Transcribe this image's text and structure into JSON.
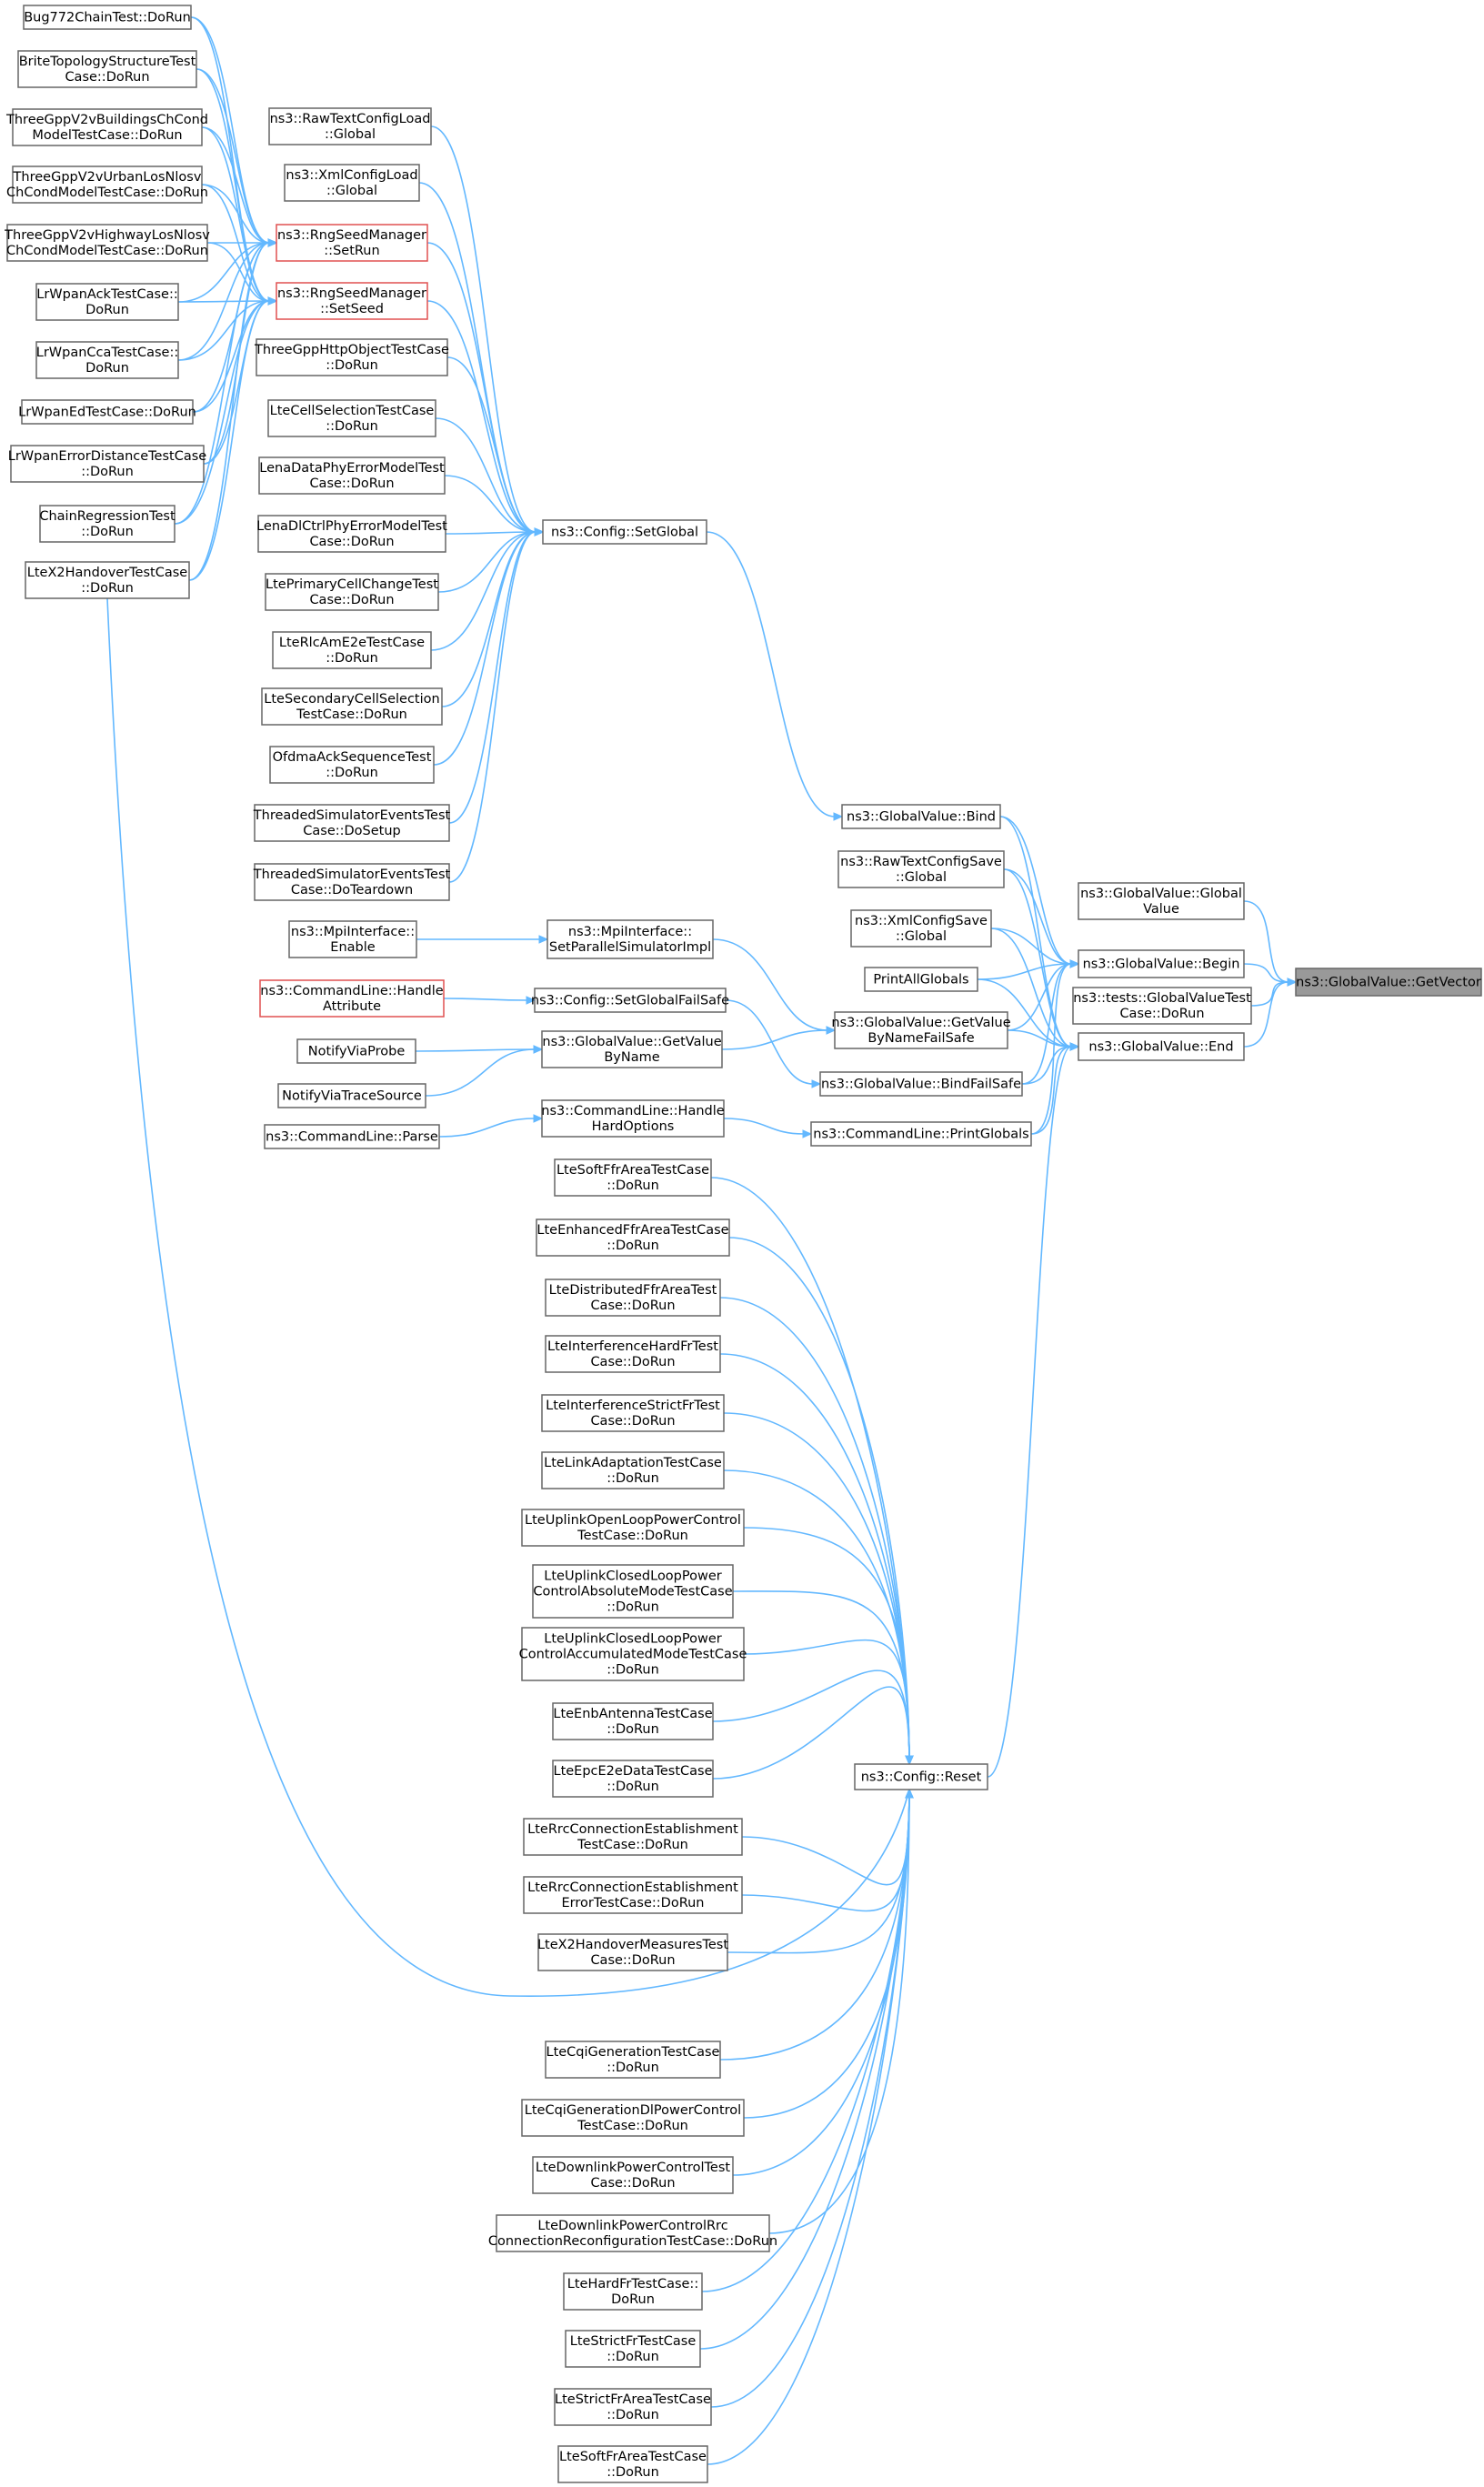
{
  "nodes": [
    {
      "id": "root",
      "lines": [
        "ns3::GlobalValue::GetVector"
      ],
      "style": "root"
    },
    {
      "id": "gv_global",
      "lines": [
        "ns3::GlobalValue::Global",
        "Value"
      ]
    },
    {
      "id": "gv_begin",
      "lines": [
        "ns3::GlobalValue::Begin"
      ]
    },
    {
      "id": "gv_test",
      "lines": [
        "ns3::tests::GlobalValueTest",
        "Case::DoRun"
      ]
    },
    {
      "id": "gv_end",
      "lines": [
        "ns3::GlobalValue::End"
      ]
    },
    {
      "id": "gv_bind",
      "lines": [
        "ns3::GlobalValue::Bind"
      ]
    },
    {
      "id": "rawsave",
      "lines": [
        "ns3::RawTextConfigSave",
        "::Global"
      ]
    },
    {
      "id": "xmlsave",
      "lines": [
        "ns3::XmlConfigSave",
        "::Global"
      ]
    },
    {
      "id": "printall",
      "lines": [
        "PrintAllGlobals"
      ]
    },
    {
      "id": "gv_getvalfs",
      "lines": [
        "ns3::GlobalValue::GetValue",
        "ByNameFailSafe"
      ]
    },
    {
      "id": "gv_bindfs",
      "lines": [
        "ns3::GlobalValue::BindFailSafe"
      ]
    },
    {
      "id": "cl_printglobals",
      "lines": [
        "ns3::CommandLine::PrintGlobals"
      ]
    },
    {
      "id": "cfg_setglobal",
      "lines": [
        "ns3::Config::SetGlobal"
      ]
    },
    {
      "id": "mpi_setpar",
      "lines": [
        "ns3::MpiInterface::",
        "SetParallelSimulatorImpl"
      ]
    },
    {
      "id": "cfg_setglobalfs",
      "lines": [
        "ns3::Config::SetGlobalFailSafe"
      ]
    },
    {
      "id": "gv_getvalbn",
      "lines": [
        "ns3::GlobalValue::GetValue",
        "ByName"
      ]
    },
    {
      "id": "cl_handlehard",
      "lines": [
        "ns3::CommandLine::Handle",
        "HardOptions"
      ]
    },
    {
      "id": "cfg_reset",
      "lines": [
        "ns3::Config::Reset"
      ]
    },
    {
      "id": "rawload",
      "lines": [
        "ns3::RawTextConfigLoad",
        "::Global"
      ]
    },
    {
      "id": "xmlload",
      "lines": [
        "ns3::XmlConfigLoad",
        "::Global"
      ]
    },
    {
      "id": "rng_setrun",
      "lines": [
        "ns3::RngSeedManager",
        "::SetRun"
      ],
      "style": "hl"
    },
    {
      "id": "rng_setseed",
      "lines": [
        "ns3::RngSeedManager",
        "::SetSeed"
      ],
      "style": "hl"
    },
    {
      "id": "threegpphttp",
      "lines": [
        "ThreeGppHttpObjectTestCase",
        "::DoRun"
      ]
    },
    {
      "id": "ltecellsel",
      "lines": [
        "LteCellSelectionTestCase",
        "::DoRun"
      ]
    },
    {
      "id": "lenadataphy",
      "lines": [
        "LenaDataPhyErrorModelTest",
        "Case::DoRun"
      ]
    },
    {
      "id": "lenadlctrl",
      "lines": [
        "LenaDlCtrlPhyErrorModelTest",
        "Case::DoRun"
      ]
    },
    {
      "id": "lteprimcell",
      "lines": [
        "LtePrimaryCellChangeTest",
        "Case::DoRun"
      ]
    },
    {
      "id": "lterlcam",
      "lines": [
        "LteRlcAmE2eTestCase",
        "::DoRun"
      ]
    },
    {
      "id": "ltesecondary",
      "lines": [
        "LteSecondaryCellSelection",
        "TestCase::DoRun"
      ]
    },
    {
      "id": "ofdmaack",
      "lines": [
        "OfdmaAckSequenceTest",
        "::DoRun"
      ]
    },
    {
      "id": "threadedsetup",
      "lines": [
        "ThreadedSimulatorEventsTest",
        "Case::DoSetup"
      ]
    },
    {
      "id": "threadedteardown",
      "lines": [
        "ThreadedSimulatorEventsTest",
        "Case::DoTeardown"
      ]
    },
    {
      "id": "mpi_enable",
      "lines": [
        "ns3::MpiInterface::",
        "Enable"
      ]
    },
    {
      "id": "cl_handleattr",
      "lines": [
        "ns3::CommandLine::Handle",
        "Attribute"
      ],
      "style": "hl"
    },
    {
      "id": "notifyprobe",
      "lines": [
        "NotifyViaProbe"
      ]
    },
    {
      "id": "notifytrace",
      "lines": [
        "NotifyViaTraceSource"
      ]
    },
    {
      "id": "cl_parse",
      "lines": [
        "ns3::CommandLine::Parse"
      ]
    },
    {
      "id": "bug772",
      "lines": [
        "Bug772ChainTest::DoRun"
      ]
    },
    {
      "id": "brite",
      "lines": [
        "BriteTopologyStructureTest",
        "Case::DoRun"
      ]
    },
    {
      "id": "tgv2vbuild",
      "lines": [
        "ThreeGppV2vBuildingsChCond",
        "ModelTestCase::DoRun"
      ]
    },
    {
      "id": "tgv2vurban",
      "lines": [
        "ThreeGppV2vUrbanLosNlosv",
        "ChCondModelTestCase::DoRun"
      ]
    },
    {
      "id": "tgv2vhwy",
      "lines": [
        "ThreeGppV2vHighwayLosNlosv",
        "ChCondModelTestCase::DoRun"
      ]
    },
    {
      "id": "lrwpanack",
      "lines": [
        "LrWpanAckTestCase::",
        "DoRun"
      ]
    },
    {
      "id": "lrwpancca",
      "lines": [
        "LrWpanCcaTestCase::",
        "DoRun"
      ]
    },
    {
      "id": "lrwpaned",
      "lines": [
        "LrWpanEdTestCase::DoRun"
      ]
    },
    {
      "id": "lrwpanerr",
      "lines": [
        "LrWpanErrorDistanceTestCase",
        "::DoRun"
      ]
    },
    {
      "id": "chainreg",
      "lines": [
        "ChainRegressionTest",
        "::DoRun"
      ]
    },
    {
      "id": "ltex2ho",
      "lines": [
        "LteX2HandoverTestCase",
        "::DoRun"
      ]
    },
    {
      "id": "r_softffr",
      "lines": [
        "LteSoftFfrAreaTestCase",
        "::DoRun"
      ]
    },
    {
      "id": "r_enhffr",
      "lines": [
        "LteEnhancedFfrAreaTestCase",
        "::DoRun"
      ]
    },
    {
      "id": "r_distffr",
      "lines": [
        "LteDistributedFfrAreaTest",
        "Case::DoRun"
      ]
    },
    {
      "id": "r_interfhard",
      "lines": [
        "LteInterferenceHardFrTest",
        "Case::DoRun"
      ]
    },
    {
      "id": "r_interfstrict",
      "lines": [
        "LteInterferenceStrictFrTest",
        "Case::DoRun"
      ]
    },
    {
      "id": "r_linkadapt",
      "lines": [
        "LteLinkAdaptationTestCase",
        "::DoRun"
      ]
    },
    {
      "id": "r_ulopen",
      "lines": [
        "LteUplinkOpenLoopPowerControl",
        "TestCase::DoRun"
      ]
    },
    {
      "id": "r_ulclosedabs",
      "lines": [
        "LteUplinkClosedLoopPower",
        "ControlAbsoluteModeTestCase",
        "::DoRun"
      ]
    },
    {
      "id": "r_ulclosedacc",
      "lines": [
        "LteUplinkClosedLoopPower",
        "ControlAccumulatedModeTestCase",
        "::DoRun"
      ]
    },
    {
      "id": "r_enbant",
      "lines": [
        "LteEnbAntennaTestCase",
        "::DoRun"
      ]
    },
    {
      "id": "r_epce2e",
      "lines": [
        "LteEpcE2eDataTestCase",
        "::DoRun"
      ]
    },
    {
      "id": "r_rrcconn",
      "lines": [
        "LteRrcConnectionEstablishment",
        "TestCase::DoRun"
      ]
    },
    {
      "id": "r_rrcconnerr",
      "lines": [
        "LteRrcConnectionEstablishment",
        "ErrorTestCase::DoRun"
      ]
    },
    {
      "id": "r_x2homeas",
      "lines": [
        "LteX2HandoverMeasuresTest",
        "Case::DoRun"
      ]
    },
    {
      "id": "r_cqigen",
      "lines": [
        "LteCqiGenerationTestCase",
        "::DoRun"
      ]
    },
    {
      "id": "r_cqigendl",
      "lines": [
        "LteCqiGenerationDlPowerControl",
        "TestCase::DoRun"
      ]
    },
    {
      "id": "r_dlpower",
      "lines": [
        "LteDownlinkPowerControlTest",
        "Case::DoRun"
      ]
    },
    {
      "id": "r_dlpowerrrc",
      "lines": [
        "LteDownlinkPowerControlRrc",
        "ConnectionReconfigurationTestCase::DoRun"
      ]
    },
    {
      "id": "r_hardfr",
      "lines": [
        "LteHardFrTestCase::",
        "DoRun"
      ]
    },
    {
      "id": "r_strictfr",
      "lines": [
        "LteStrictFrTestCase",
        "::DoRun"
      ]
    },
    {
      "id": "r_strictffr",
      "lines": [
        "LteStrictFrAreaTestCase",
        "::DoRun"
      ]
    },
    {
      "id": "r_softfr",
      "lines": [
        "LteSoftFrAreaTestCase",
        "::DoRun"
      ]
    }
  ],
  "edges": [
    [
      "gv_global",
      "root"
    ],
    [
      "gv_begin",
      "root"
    ],
    [
      "gv_test",
      "root"
    ],
    [
      "gv_end",
      "root"
    ],
    [
      "gv_bind",
      "gv_begin"
    ],
    [
      "rawsave",
      "gv_begin"
    ],
    [
      "xmlsave",
      "gv_begin"
    ],
    [
      "printall",
      "gv_begin"
    ],
    [
      "gv_getvalfs",
      "gv_begin"
    ],
    [
      "gv_bindfs",
      "gv_begin"
    ],
    [
      "cl_printglobals",
      "gv_begin"
    ],
    [
      "gv_bind",
      "gv_end"
    ],
    [
      "rawsave",
      "gv_end"
    ],
    [
      "xmlsave",
      "gv_end"
    ],
    [
      "printall",
      "gv_end"
    ],
    [
      "gv_getvalfs",
      "gv_end"
    ],
    [
      "gv_bindfs",
      "gv_end"
    ],
    [
      "cl_printglobals",
      "gv_end"
    ],
    [
      "cfg_reset",
      "gv_end"
    ],
    [
      "cfg_setglobal",
      "gv_bind"
    ],
    [
      "mpi_setpar",
      "gv_getvalfs"
    ],
    [
      "gv_getvalbn",
      "gv_getvalfs"
    ],
    [
      "cfg_setglobalfs",
      "gv_bindfs"
    ],
    [
      "cl_handlehard",
      "cl_printglobals"
    ],
    [
      "rawload",
      "cfg_setglobal"
    ],
    [
      "xmlload",
      "cfg_setglobal"
    ],
    [
      "rng_setrun",
      "cfg_setglobal"
    ],
    [
      "rng_setseed",
      "cfg_setglobal"
    ],
    [
      "threegpphttp",
      "cfg_setglobal"
    ],
    [
      "ltecellsel",
      "cfg_setglobal"
    ],
    [
      "lenadataphy",
      "cfg_setglobal"
    ],
    [
      "lenadlctrl",
      "cfg_setglobal"
    ],
    [
      "lteprimcell",
      "cfg_setglobal"
    ],
    [
      "lterlcam",
      "cfg_setglobal"
    ],
    [
      "ltesecondary",
      "cfg_setglobal"
    ],
    [
      "ofdmaack",
      "cfg_setglobal"
    ],
    [
      "threadedsetup",
      "cfg_setglobal"
    ],
    [
      "threadedteardown",
      "cfg_setglobal"
    ],
    [
      "mpi_enable",
      "mpi_setpar"
    ],
    [
      "cl_handleattr",
      "cfg_setglobalfs"
    ],
    [
      "notifyprobe",
      "gv_getvalbn"
    ],
    [
      "notifytrace",
      "gv_getvalbn"
    ],
    [
      "cl_parse",
      "cl_handlehard"
    ],
    [
      "bug772",
      "rng_setrun"
    ],
    [
      "brite",
      "rng_setrun"
    ],
    [
      "tgv2vbuild",
      "rng_setrun"
    ],
    [
      "tgv2vurban",
      "rng_setrun"
    ],
    [
      "tgv2vhwy",
      "rng_setrun"
    ],
    [
      "lrwpanack",
      "rng_setrun"
    ],
    [
      "lrwpancca",
      "rng_setrun"
    ],
    [
      "lrwpaned",
      "rng_setrun"
    ],
    [
      "lrwpanerr",
      "rng_setrun"
    ],
    [
      "chainreg",
      "rng_setrun"
    ],
    [
      "ltex2ho",
      "rng_setrun"
    ],
    [
      "bug772",
      "rng_setseed"
    ],
    [
      "brite",
      "rng_setseed"
    ],
    [
      "tgv2vbuild",
      "rng_setseed"
    ],
    [
      "tgv2vurban",
      "rng_setseed"
    ],
    [
      "tgv2vhwy",
      "rng_setseed"
    ],
    [
      "lrwpanack",
      "rng_setseed"
    ],
    [
      "lrwpancca",
      "rng_setseed"
    ],
    [
      "lrwpaned",
      "rng_setseed"
    ],
    [
      "lrwpanerr",
      "rng_setseed"
    ],
    [
      "chainreg",
      "rng_setseed"
    ],
    [
      "ltex2ho",
      "rng_setseed"
    ],
    [
      "ltex2ho",
      "cfg_reset"
    ],
    [
      "r_softffr",
      "cfg_reset"
    ],
    [
      "r_enhffr",
      "cfg_reset"
    ],
    [
      "r_distffr",
      "cfg_reset"
    ],
    [
      "r_interfhard",
      "cfg_reset"
    ],
    [
      "r_interfstrict",
      "cfg_reset"
    ],
    [
      "r_linkadapt",
      "cfg_reset"
    ],
    [
      "r_ulopen",
      "cfg_reset"
    ],
    [
      "r_ulclosedabs",
      "cfg_reset"
    ],
    [
      "r_ulclosedacc",
      "cfg_reset"
    ],
    [
      "r_enbant",
      "cfg_reset"
    ],
    [
      "r_epce2e",
      "cfg_reset"
    ],
    [
      "r_rrcconn",
      "cfg_reset"
    ],
    [
      "r_rrcconnerr",
      "cfg_reset"
    ],
    [
      "r_x2homeas",
      "cfg_reset"
    ],
    [
      "r_cqigen",
      "cfg_reset"
    ],
    [
      "r_cqigendl",
      "cfg_reset"
    ],
    [
      "r_dlpower",
      "cfg_reset"
    ],
    [
      "r_dlpowerrrc",
      "cfg_reset"
    ],
    [
      "r_hardfr",
      "cfg_reset"
    ],
    [
      "r_strictfr",
      "cfg_reset"
    ],
    [
      "r_strictffr",
      "cfg_reset"
    ],
    [
      "r_softfr",
      "cfg_reset"
    ]
  ],
  "colors": {
    "edge": "#63b8ff",
    "highlight_border": "#e05050",
    "root_fill": "#999999",
    "node_border": "#666666"
  }
}
